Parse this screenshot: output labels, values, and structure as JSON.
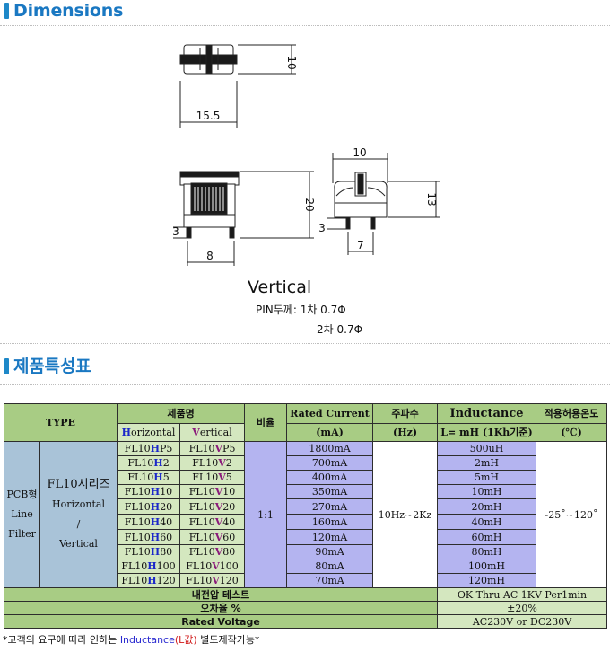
{
  "sections": {
    "dimensions_title": "Dimensions",
    "spec_title": "제품특성표"
  },
  "drawing": {
    "dims": {
      "top_height": "10",
      "top_width": "15.5",
      "side_height": "20",
      "side_pin_offset": "3",
      "side_width": "8",
      "front_width": "10",
      "front_height": "13",
      "front_pin_offset": "3",
      "front_pin_pitch": "7"
    },
    "caption": "Vertical",
    "pin_label": "PIN두께: 1차 0.7Φ",
    "pin_label2": "2차 0.7Φ"
  },
  "table": {
    "head": {
      "type": "TYPE",
      "product_name": "제품명",
      "horizontal_first": "H",
      "horizontal_rest": "orizontal",
      "vertical_first": "V",
      "vertical_rest": "ertical",
      "ratio": "비율",
      "rated_current": "Rated Current",
      "rated_current_unit": "(mA)",
      "frequency": "주파수",
      "frequency_unit": "(Hz)",
      "inductance": "Inductance",
      "inductance_unit": "L= mH (1Kh기준)",
      "temperature": "적용허용온도",
      "temperature_unit": "(℃)"
    },
    "group": {
      "line1": "PCB형",
      "line2": "Line",
      "line3": "Filter",
      "series": "FL10시리즈",
      "sub1": "Horizontal",
      "sub2": "/",
      "sub3": "Vertical"
    },
    "ratio_value": "1:1",
    "frequency_value": "10Hz~2Kz",
    "temperature_value": "-25˚~120˚",
    "rows": [
      {
        "h_pre": "FL10",
        "h_mid": "H",
        "h_suf": "P5",
        "v_pre": "FL10",
        "v_mid": "V",
        "v_suf": "P5",
        "current": "1800mA",
        "inductance": "500uH"
      },
      {
        "h_pre": "FL10",
        "h_mid": "H",
        "h_suf": "2",
        "v_pre": "FL10",
        "v_mid": "V",
        "v_suf": "2",
        "current": "700mA",
        "inductance": "2mH"
      },
      {
        "h_pre": "FL10",
        "h_mid": "H",
        "h_suf": "5",
        "v_pre": "FL10",
        "v_mid": "V",
        "v_suf": "5",
        "current": "400mA",
        "inductance": "5mH"
      },
      {
        "h_pre": "FL10",
        "h_mid": "H",
        "h_suf": "10",
        "v_pre": "FL10",
        "v_mid": "V",
        "v_suf": "10",
        "current": "350mA",
        "inductance": "10mH"
      },
      {
        "h_pre": "FL10",
        "h_mid": "H",
        "h_suf": "20",
        "v_pre": "FL10",
        "v_mid": "V",
        "v_suf": "20",
        "current": "270mA",
        "inductance": "20mH"
      },
      {
        "h_pre": "FL10",
        "h_mid": "H",
        "h_suf": "40",
        "v_pre": "FL10",
        "v_mid": "V",
        "v_suf": "40",
        "current": "160mA",
        "inductance": "40mH"
      },
      {
        "h_pre": "FL10",
        "h_mid": "H",
        "h_suf": "60",
        "v_pre": "FL10",
        "v_mid": "V",
        "v_suf": "60",
        "current": "120mA",
        "inductance": "60mH"
      },
      {
        "h_pre": "FL10",
        "h_mid": "H",
        "h_suf": "80",
        "v_pre": "FL10",
        "v_mid": "V",
        "v_suf": "80",
        "current": "90mA",
        "inductance": "80mH"
      },
      {
        "h_pre": "FL10",
        "h_mid": "H",
        "h_suf": "100",
        "v_pre": "FL10",
        "v_mid": "V",
        "v_suf": "100",
        "current": "80mA",
        "inductance": "100mH"
      },
      {
        "h_pre": "FL10",
        "h_mid": "H",
        "h_suf": "120",
        "v_pre": "FL10",
        "v_mid": "V",
        "v_suf": "120",
        "current": "70mA",
        "inductance": "120mH"
      }
    ],
    "footer": [
      {
        "label": "내전압 테스트",
        "value": "OK Thru AC 1KV Per1min"
      },
      {
        "label": "오차율 %",
        "value": "±20%"
      },
      {
        "label": "Rated Voltage",
        "value": "AC230V or  DC230V"
      }
    ]
  },
  "note": {
    "prefix": "*고객의 요구에 따라 인하는 ",
    "inductance": "Inductance",
    "l_value": "(L값)",
    "suffix": " 별도제작가능*"
  },
  "colors": {
    "section_title": "#1a78c2",
    "header_green": "#a8cc84",
    "light_green": "#d4e7bf",
    "blue_cell": "#b4b4f0",
    "navy_cell": "#a9c3d8",
    "horizontal_letter": "#1b27c9",
    "vertical_letter": "#8a1a7a"
  }
}
